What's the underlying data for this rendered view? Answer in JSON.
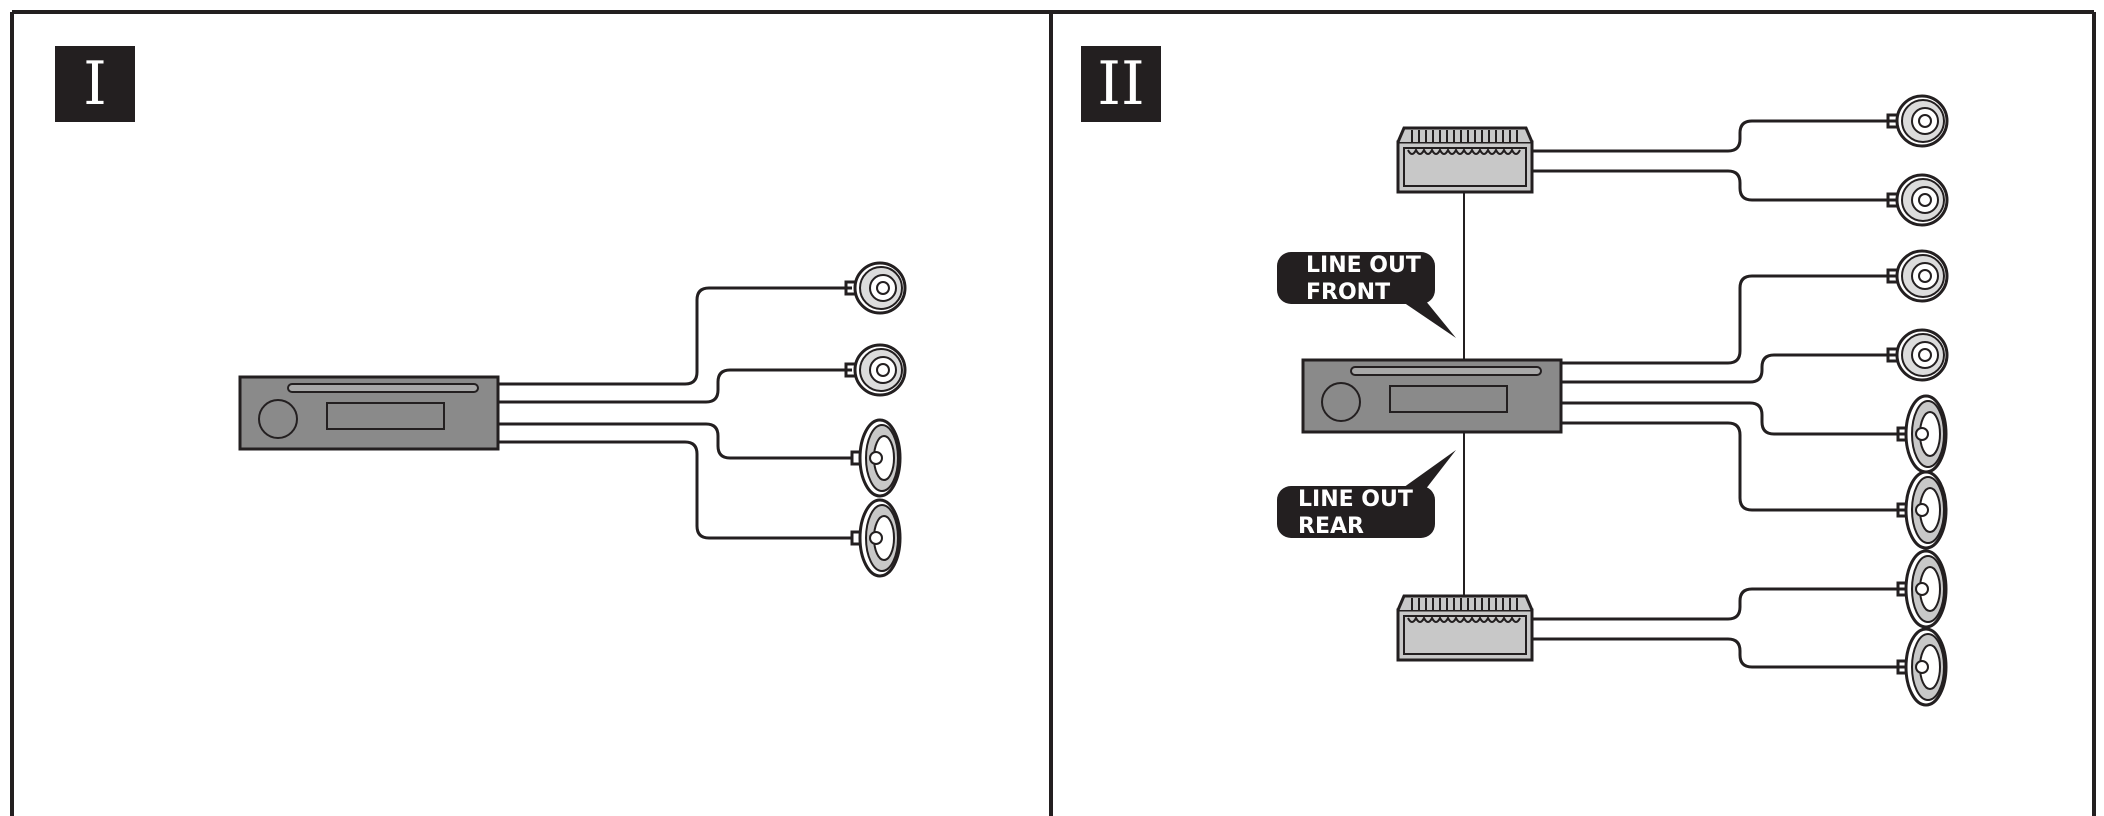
{
  "panels": [
    {
      "label": "I"
    },
    {
      "label": "II"
    }
  ],
  "callouts": {
    "front": "LINE OUT\nFRONT",
    "rear": "LINE OUT\nREAR"
  },
  "colors": {
    "border": "#231f20",
    "head_unit_fill": "#8a8a8a",
    "amp_fill": "#c8c8c8",
    "label_bg": "#231f20",
    "wire": "#231f20"
  },
  "icons": [
    "head-unit",
    "amplifier",
    "round-speaker",
    "oval-speaker"
  ]
}
